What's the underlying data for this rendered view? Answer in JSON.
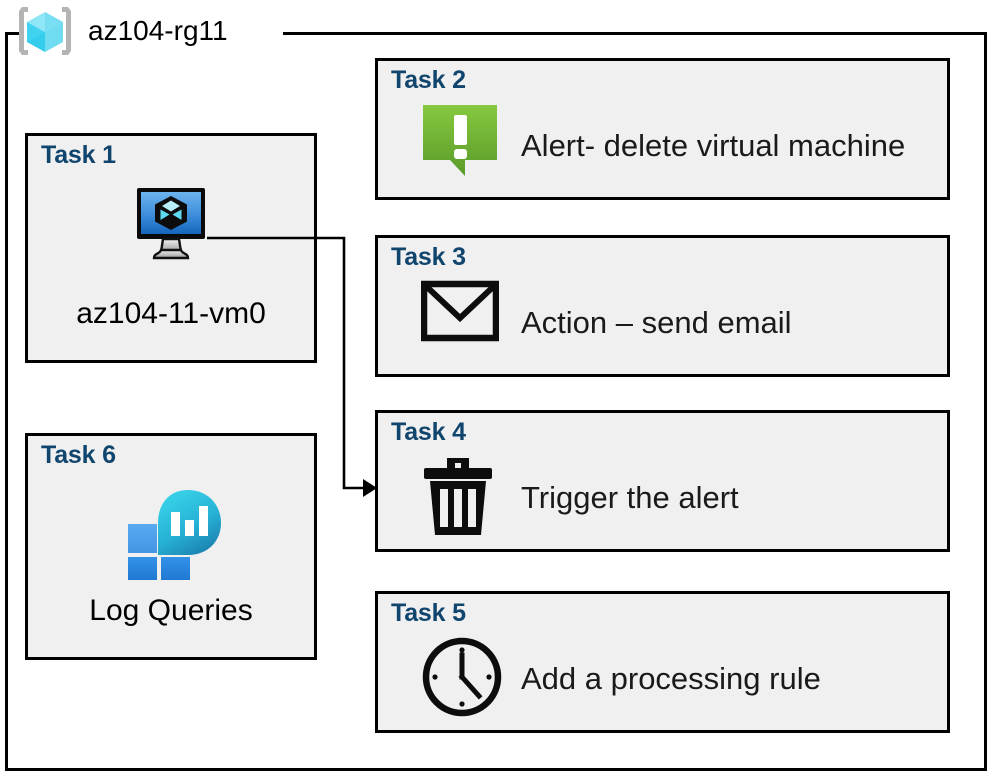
{
  "resource_group": {
    "name": "az104-rg11",
    "icon": "azure-resource-group-icon"
  },
  "colors": {
    "task_label": "#10456E",
    "card_fill": "#f0f0f0",
    "card_border": "#000000",
    "alert_green_light": "#7ec242",
    "alert_green_dark": "#5c9b2c",
    "vm_blue_light": "#59a5e8",
    "vm_blue_dark": "#1a6fc4",
    "rg_cube_light": "#8ee6f7",
    "rg_cube_dark": "#3fd3ef",
    "log_square_light": "#4fa3f0",
    "log_square_dark": "#2a8ae0",
    "log_circle_light": "#35cde8",
    "log_circle_dark": "#1b7fae",
    "connector": "#000000"
  },
  "cards": {
    "task1": {
      "label": "Task 1",
      "text": "az104-11-vm0",
      "icon": "virtual-machine-icon"
    },
    "task2": {
      "label": "Task 2",
      "text": "Alert- delete virtual machine",
      "icon": "alert-bubble-icon"
    },
    "task3": {
      "label": "Task 3",
      "text": "Action – send email",
      "icon": "envelope-icon"
    },
    "task4": {
      "label": "Task 4",
      "text": "Trigger the alert",
      "icon": "trash-can-icon"
    },
    "task5": {
      "label": "Task 5",
      "text": "Add a processing rule",
      "icon": "clock-icon"
    },
    "task6": {
      "label": "Task 6",
      "text": "Log Queries",
      "icon": "log-analytics-icon"
    }
  },
  "connector": {
    "from": "task1-vm-icon",
    "to": "task4-card",
    "arrow": "arrowhead-right"
  }
}
